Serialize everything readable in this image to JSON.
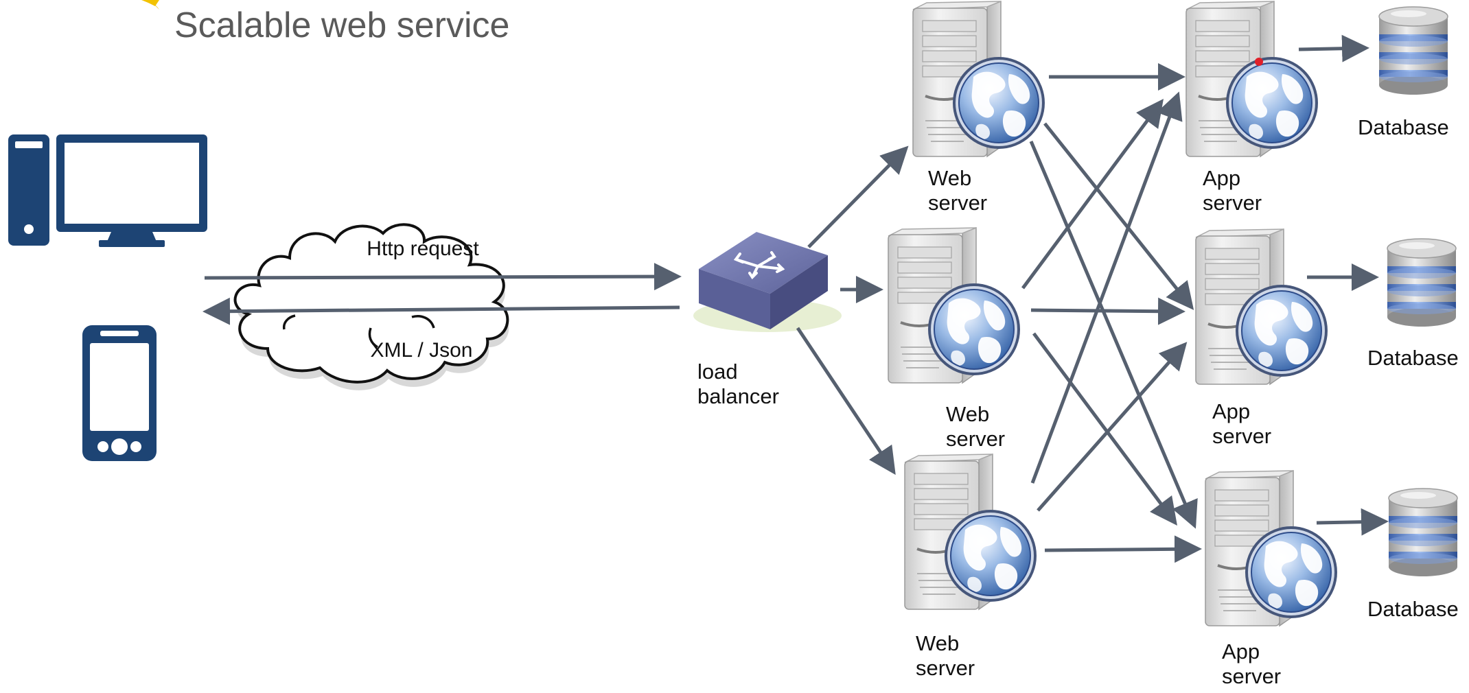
{
  "title": "Scalable web service",
  "colors": {
    "arrow": "#56606f",
    "client_icon": "#1d4474",
    "accent_arc": "#f2c200",
    "globe": "#4f7fc2",
    "server_body": "#e6e6e6",
    "switch": "#6c72a8"
  },
  "icons": {
    "desktop": "desktop-computer-icon",
    "phone": "mobile-phone-icon",
    "cloud": "cloud-icon",
    "load_balancer": "network-switch-icon",
    "server": "server-globe-icon",
    "database": "database-icon"
  },
  "cloud": {
    "request_label": "Http request",
    "response_label": "XML / Json"
  },
  "load_balancer": {
    "label_line1": "load",
    "label_line2": "balancer"
  },
  "web_servers": [
    {
      "line1": "Web",
      "line2": "server"
    },
    {
      "line1": "Web",
      "line2": "server"
    },
    {
      "line1": "Web",
      "line2": "server"
    }
  ],
  "app_servers": [
    {
      "line1": "App",
      "line2": "server"
    },
    {
      "line1": "App",
      "line2": "server"
    },
    {
      "line1": "App",
      "line2": "server"
    }
  ],
  "databases": [
    {
      "label": "Database"
    },
    {
      "label": "Database"
    },
    {
      "label": "Database"
    }
  ]
}
